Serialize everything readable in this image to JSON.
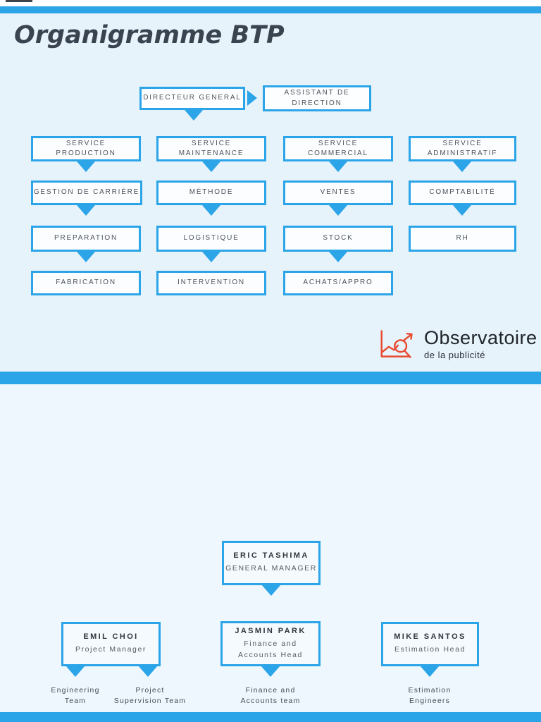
{
  "colors": {
    "accent_blue": "#2ba4e8",
    "background_top": "#e7f3fb",
    "background_bottom": "#edf7fd",
    "logo_red": "#e8492f",
    "title_text": "#3a4350"
  },
  "title": "Organigramme BTP",
  "org1": {
    "director": "DIRECTEUR GENERAL",
    "assistant": "ASSISTANT DE\nDIRECTION",
    "columns": [
      {
        "head": "SERVICE\nPRODUCTION",
        "items": [
          "GESTION DE CARRIÈRE",
          "PREPARATION",
          "FABRICATION"
        ]
      },
      {
        "head": "SERVICE\nMAINTENANCE",
        "items": [
          "MÉTHODE",
          "LOGISTIQUE",
          "INTERVENTION"
        ]
      },
      {
        "head": "SERVICE\nCOMMERCIAL",
        "items": [
          "VENTES",
          "STOCK",
          "ACHATS/APPRO"
        ]
      },
      {
        "head": "SERVICE\nADMINISTRATIF",
        "items": [
          "COMPTABILITÉ",
          "RH"
        ]
      }
    ]
  },
  "logo": {
    "name": "Observatoire",
    "subtitle": "de la publicité"
  },
  "org2": {
    "root": {
      "name": "ERIC TASHIMA",
      "role": "GENERAL MANAGER"
    },
    "managers": [
      {
        "name": "EMIL CHOI",
        "role": "Project Manager",
        "teams": [
          "Engineering\nTeam",
          "Project\nSupervision Team"
        ]
      },
      {
        "name": "JASMIN PARK",
        "role": "Finance and\nAccounts Head",
        "teams": [
          "Finance and\nAccounts team"
        ]
      },
      {
        "name": "MIKE SANTOS",
        "role": "Estimation Head",
        "teams": [
          "Estimation\nEngineers"
        ]
      }
    ]
  }
}
